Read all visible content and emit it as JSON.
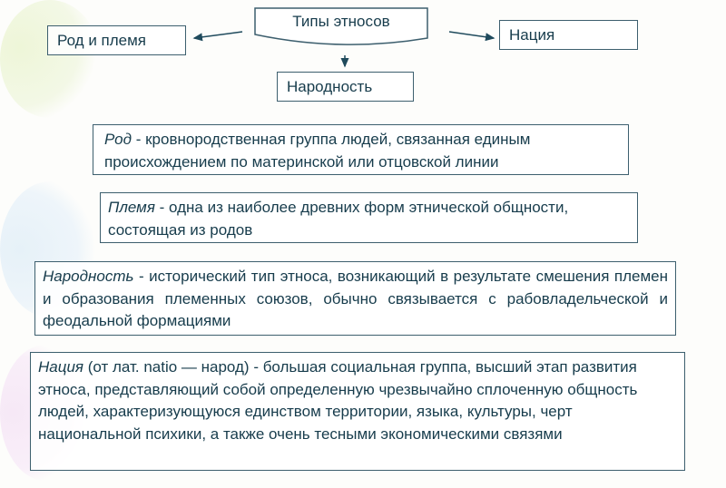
{
  "diagram": {
    "root": "Типы этносов",
    "nodes": [
      "Род и племя",
      "Нация",
      "Народность"
    ]
  },
  "definitions": [
    {
      "term": "Род",
      "text": " - кровнородственная группа  людей, связанная единым происхождением по материнской или отцовской линии"
    },
    {
      "term": "Племя",
      "text": " - одна из наиболее древних форм этнической общности, состоящая из родов"
    },
    {
      "term": "Народность",
      "text": " - исторический тип этноса, возникающий в результате смешения племен и образования племенных союзов, обычно связывается с рабовладельческой и феодальной формациями"
    },
    {
      "term": "Нация",
      "text": " (от лат. natio — народ) - большая социальная группа, высший этап развития этноса, представляющий собой определенную чрезвычайно сплоченную общность людей, характеризующуюся единством территории, языка, культуры, черт национальной психики, а также очень тесными экономическими связями"
    }
  ],
  "colors": {
    "text": "#173c4c",
    "border": "#3d5f6e"
  }
}
